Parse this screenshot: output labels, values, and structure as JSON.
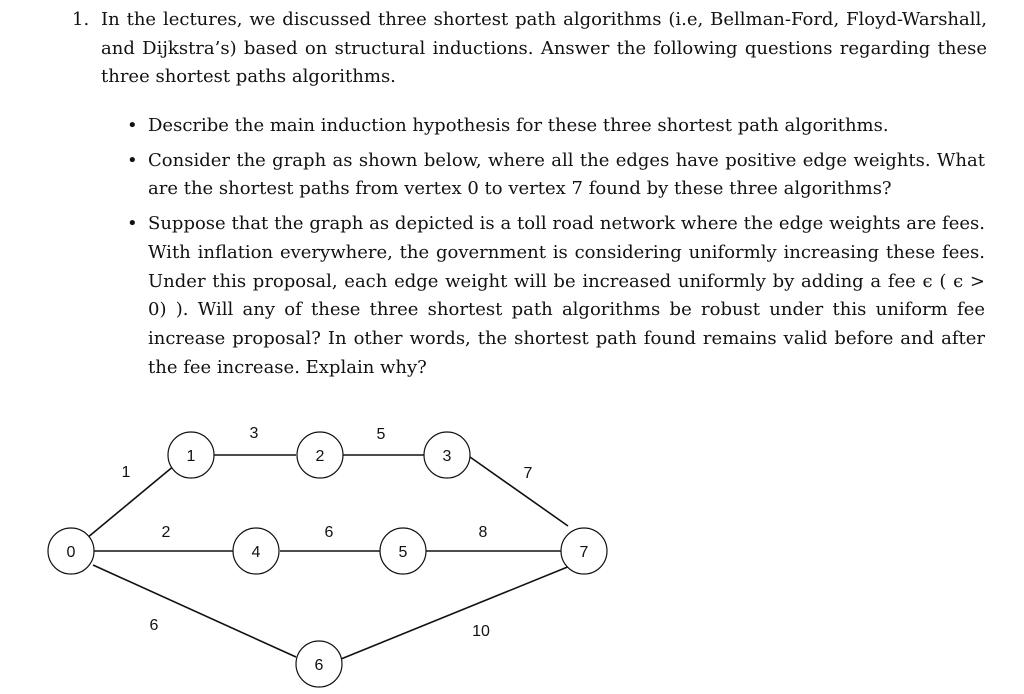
{
  "question": {
    "number": "1.",
    "text": "In the lectures, we discussed three shortest path algorithms (i.e, Bellman-Ford, Floyd-Warshall, and Dijkstra’s) based on structural inductions. Answer the following questions regarding these three shortest paths algorithms.",
    "bullets": [
      "Describe the main induction hypothesis for these three shortest path algorithms.",
      "Consider the graph as shown below, where all the edges have positive edge weights. What are the shortest paths from vertex 0 to vertex 7 found by these three algorithms?",
      "Suppose that the graph as depicted is a toll road network where the edge weights are fees. With inflation everywhere, the government is considering uniformly increasing these fees. Under this proposal, each edge weight will be increased uniformly by adding a fee ϵ ( ϵ > 0) ). Will any of these three shortest path algorithms be robust under this uniform fee increase proposal? In other words, the shortest path found remains valid before and after the fee increase. Explain why?"
    ]
  },
  "graph": {
    "nodes": [
      "0",
      "1",
      "2",
      "3",
      "4",
      "5",
      "6",
      "7"
    ],
    "edges": [
      {
        "from": "0",
        "to": "1",
        "weight": "1"
      },
      {
        "from": "1",
        "to": "2",
        "weight": "3"
      },
      {
        "from": "2",
        "to": "3",
        "weight": "5"
      },
      {
        "from": "3",
        "to": "7",
        "weight": "7"
      },
      {
        "from": "0",
        "to": "4",
        "weight": "2"
      },
      {
        "from": "4",
        "to": "5",
        "weight": "6"
      },
      {
        "from": "5",
        "to": "7",
        "weight": "8"
      },
      {
        "from": "0",
        "to": "6",
        "weight": "6"
      },
      {
        "from": "6",
        "to": "7",
        "weight": "10"
      }
    ]
  }
}
